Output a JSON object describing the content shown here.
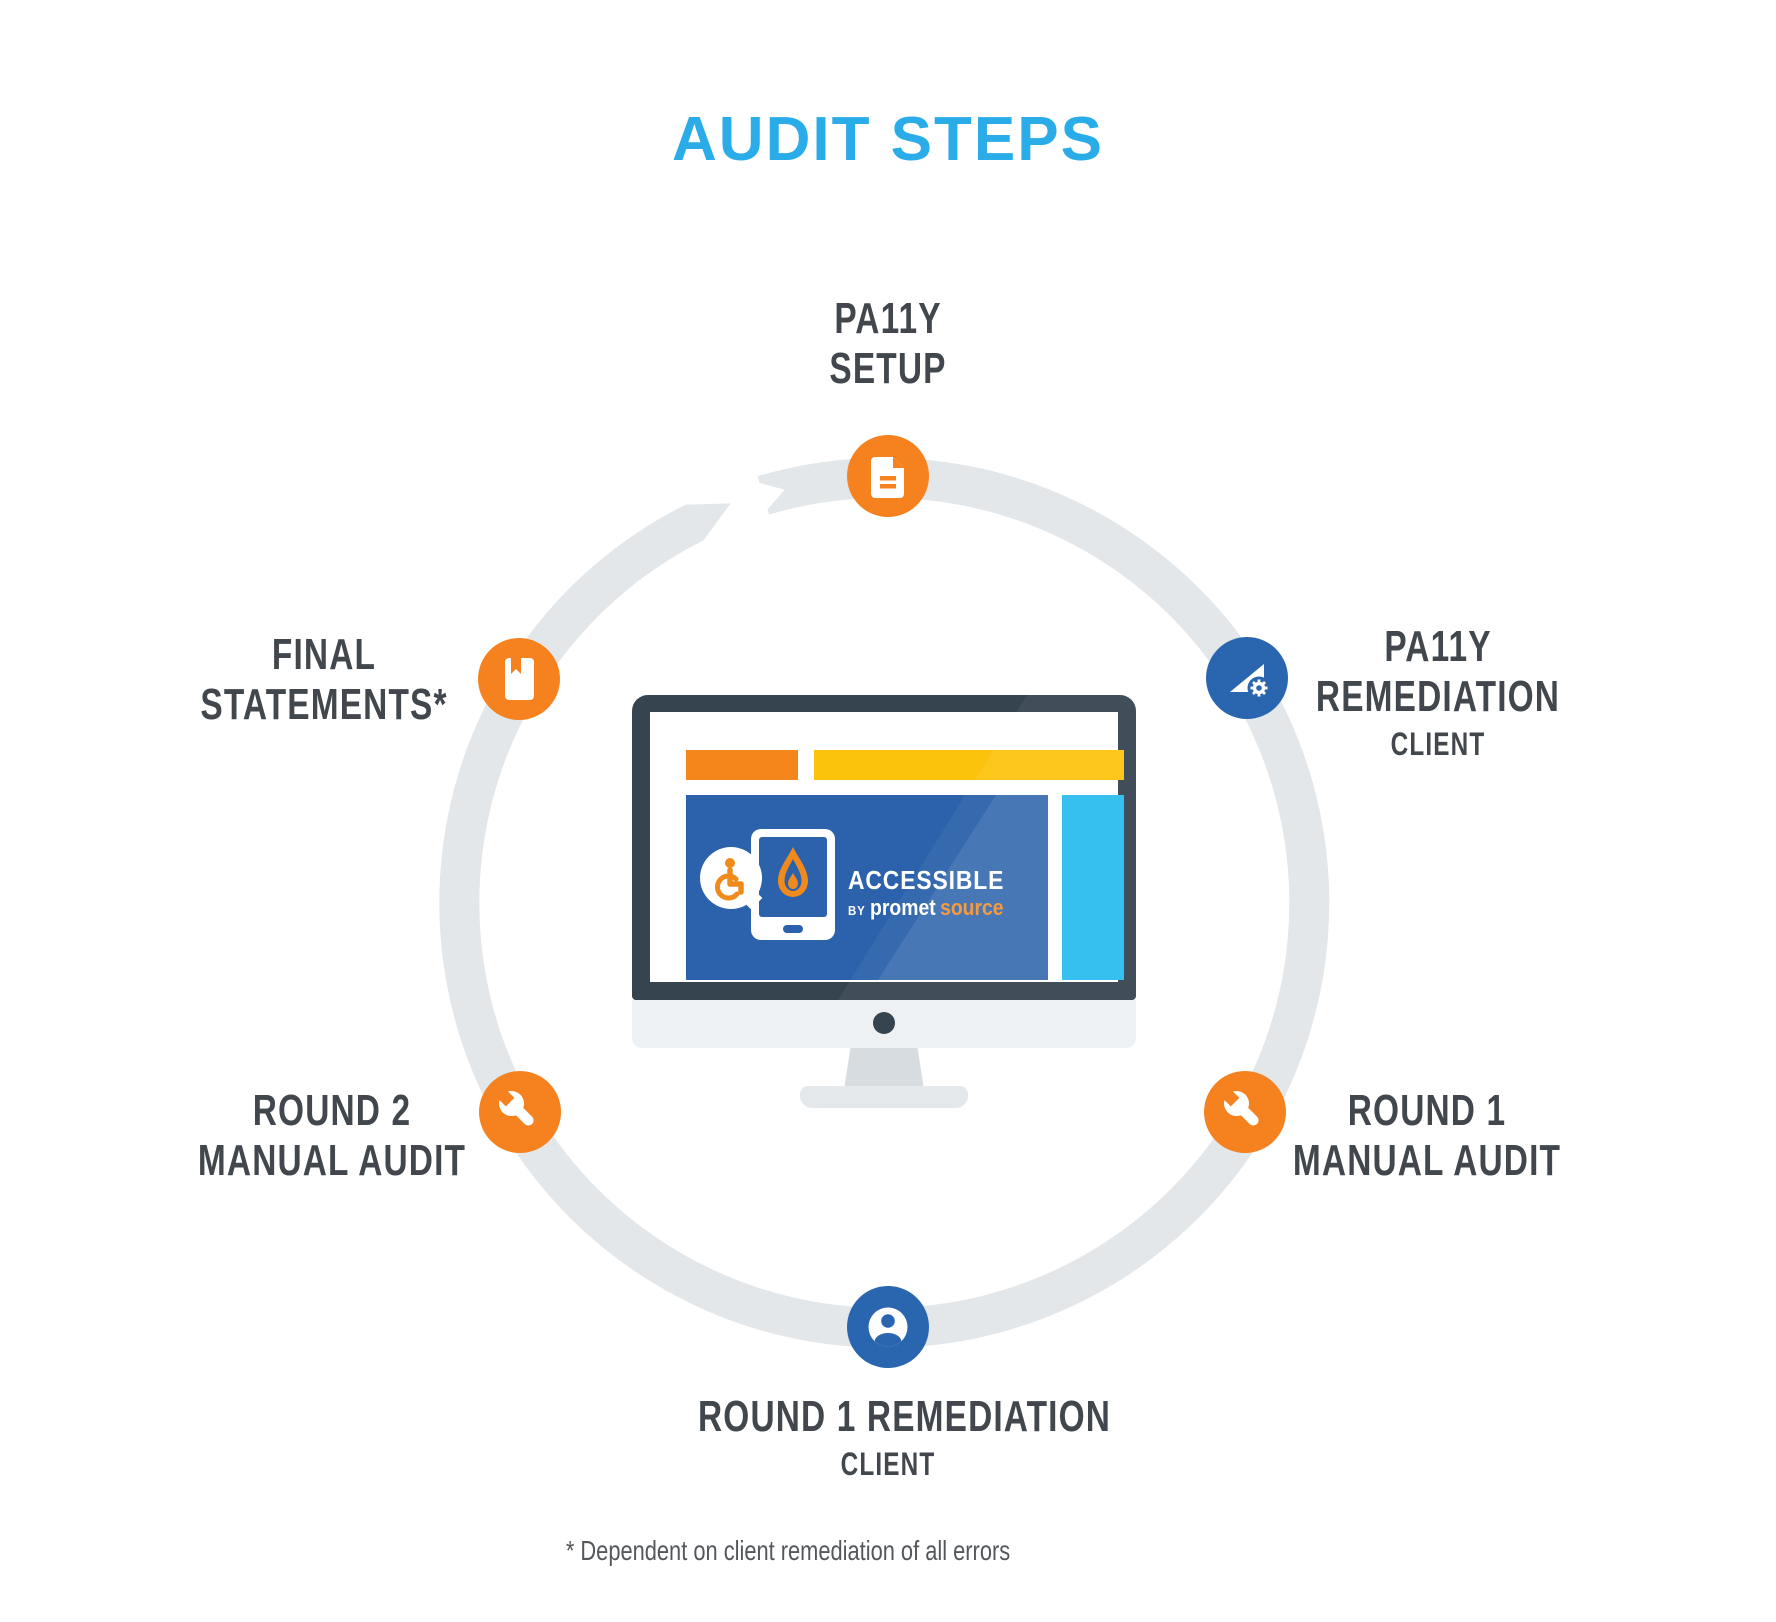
{
  "title": "AUDIT STEPS",
  "footnote": "* Dependent on client remediation of all errors",
  "colors": {
    "title_blue": "#2AACE8",
    "step_orange": "#F5821F",
    "step_blue": "#2A66B0",
    "ring_gray": "#E3E7EA",
    "label_gray": "#41474C",
    "panel_blue": "#2B62AB",
    "header_bar_orange": "#F5861C",
    "header_bar_yellow": "#FCC30D",
    "sidebar_cyan": "#2ABDF0",
    "bezel_slate": "#364450",
    "logo_orange": "#F68B1F"
  },
  "steps": [
    {
      "label_lines": [
        "PA11Y",
        "SETUP"
      ],
      "icon": "document-icon",
      "color_role": "orange"
    },
    {
      "label_lines": [
        "PA11Y",
        "REMEDIATION"
      ],
      "sublabel": "CLIENT",
      "icon": "ramp-gear-icon",
      "color_role": "blue"
    },
    {
      "label_lines": [
        "ROUND 1",
        "MANUAL AUDIT"
      ],
      "icon": "wrench-icon",
      "color_role": "orange"
    },
    {
      "label_lines": [
        "ROUND 1 REMEDIATION"
      ],
      "sublabel": "CLIENT",
      "icon": "person-icon",
      "color_role": "blue"
    },
    {
      "label_lines": [
        "ROUND 2",
        "MANUAL AUDIT"
      ],
      "icon": "wrench-icon",
      "color_role": "orange"
    },
    {
      "label_lines": [
        "FINAL",
        "STATEMENTS*"
      ],
      "icon": "book-icon",
      "color_role": "orange"
    }
  ],
  "monitor": {
    "logo": {
      "product": "ACCESSIBLE",
      "by": "BY",
      "brand_a": "promet",
      "brand_b": "source"
    }
  }
}
